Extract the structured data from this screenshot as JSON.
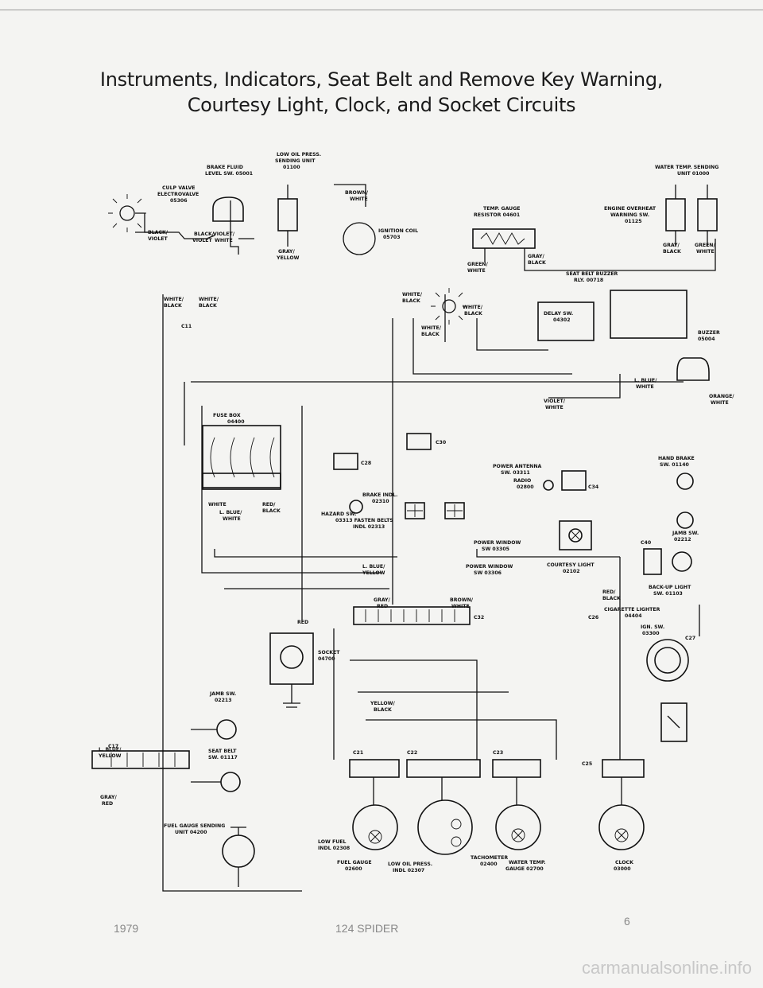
{
  "title": {
    "line1": "Instruments, Indicators, Seat Belt and Remove Key Warning,",
    "line2": "Courtesy Light, Clock, and Socket Circuits"
  },
  "components": {
    "brake_fluid": "BRAKE FLUID",
    "brake_fluid_2": "LEVEL SW. 05001",
    "low_oil": "LOW OIL PRESS.",
    "low_oil_2": "SENDING UNIT",
    "low_oil_3": "01100",
    "culp": "CULP VALVE",
    "culp_2": "ELECTROVALVE",
    "culp_3": "05306",
    "ignition_coil": "IGNITION COIL",
    "ignition_coil_2": "05703",
    "temp_gauge": "TEMP. GAUGE",
    "temp_gauge_2": "RESISTOR 04601",
    "water_temp": "WATER TEMP. SENDING",
    "water_temp_2": "UNIT 01000",
    "engine_overheat": "ENGINE OVERHEAT",
    "engine_overheat_2": "WARNING SW.",
    "engine_overheat_3": "01125",
    "seat_belt_buzzer": "SEAT BELT BUZZER",
    "seat_belt_buzzer_2": "RLY. 00718",
    "delay_sw": "DELAY SW.",
    "delay_sw_2": "04302",
    "buzzer": "BUZZER",
    "buzzer_2": "05004",
    "c11": "C11",
    "fuse_box": "FUSE BOX",
    "fuse_box_2": "04400",
    "c30": "C30",
    "c28": "C28",
    "power_antenna": "POWER ANTENNA",
    "power_antenna_2": "SW. 03311",
    "radio": "RADIO",
    "radio_2": "02800",
    "c34": "C34",
    "hand_brake": "HAND BRAKE",
    "hand_brake_2": "SW. 01140",
    "brake_indl": "BRAKE INDL.",
    "brake_indl_2": "02310",
    "hazard_sw": "HAZARD SW.",
    "fasten_belts": "03313  FASTEN BELTS",
    "fasten_belts_2": "INDL 02313",
    "power_window_1": "POWER WINDOW",
    "power_window_1b": "SW 03305",
    "power_window_2": "POWER WINDOW",
    "power_window_2b": "SW 03306",
    "courtesy_light": "COURTESY LIGHT",
    "courtesy_light_2": "02102",
    "jamb_sw_r": "JAMB SW.",
    "jamb_sw_r_2": "02212",
    "c40": "C40",
    "backup_light": "BACK-UP LIGHT",
    "backup_light_2": "SW. 01103",
    "cig_lighter": "CIGARETTE LIGHTER",
    "cig_lighter_2": "04404",
    "ign_sw": "IGN. SW.",
    "ign_sw_2": "03300",
    "c27": "C27",
    "c26": "C26",
    "c32": "C32",
    "socket": "SOCKET",
    "socket_2": "04700",
    "jamb_sw_l": "JAMB SW.",
    "jamb_sw_l_2": "02213",
    "c17": "C17",
    "seat_belt_sw": "SEAT BELT",
    "seat_belt_sw_2": "SW. 01117",
    "fuel_sender": "FUEL GAUGE SENDING",
    "fuel_sender_2": "UNIT 04200",
    "c21": "C21",
    "c22": "C22",
    "c23": "C23",
    "c25": "C25",
    "low_fuel": "LOW FUEL",
    "low_fuel_2": "INDL 02308",
    "fuel_gauge": "FUEL GAUGE",
    "fuel_gauge_2": "02600",
    "low_oil_indl": "LOW OIL PRESS.",
    "low_oil_indl_2": "INDL 02307",
    "tachometer": "TACHOMETER",
    "tachometer_2": "02400",
    "water_temp_gauge": "WATER TEMP.",
    "water_temp_gauge_2": "GAUGE 02700",
    "clock": "CLOCK",
    "clock_2": "03000"
  },
  "wire_labels": {
    "w1": "BROWN/",
    "w1b": "WHITE",
    "w2": "GRAY/",
    "w2b": "YELLOW",
    "w3": "BLACK/",
    "w3b": "VIOLET",
    "w4": "BLACK/",
    "w4b": "VIOLET",
    "w5": "VIOLET/",
    "w5b": "WHITE",
    "w6": "GREEN/",
    "w6b": "WHITE",
    "w7": "GRAY/",
    "w7b": "BLACK",
    "w8": "GRAY/",
    "w8b": "BLACK",
    "w9": "GREEN/",
    "w9b": "WHITE",
    "w10": "WHITE/",
    "w10b": "BLACK",
    "w11": "WHITE/",
    "w11b": "BLACK",
    "w12": "WHITE/",
    "w12b": "BLACK",
    "w13": "WHITE/",
    "w13b": "BLACK",
    "w14": "WHITE/",
    "w14b": "BLACK",
    "w15": "WHITE",
    "w16": "L. BLUE/",
    "w16b": "WHITE",
    "w17": "RED/",
    "w17b": "BLACK",
    "w18": "L. BLUE/",
    "w18b": "YELLOW",
    "w19": "GRAY/",
    "w19b": "RED",
    "w20": "BROWN/",
    "w20b": "WHITE",
    "w21": "RED",
    "w22": "VIOLET/",
    "w22b": "WHITE",
    "w23": "L. BLUE/",
    "w23b": "WHITE",
    "w24": "ORANGE/",
    "w24b": "WHITE",
    "w25": "RED/",
    "w25b": "BLACK",
    "w26": "YELLOW/",
    "w26b": "BLACK",
    "w27": "L. BLUE/",
    "w27b": "YELLOW",
    "w28": "GRAY/",
    "w28b": "RED"
  },
  "footer": {
    "year": "1979",
    "model": "124 SPIDER",
    "page": "6"
  },
  "watermark": "carmanualsonline.info"
}
